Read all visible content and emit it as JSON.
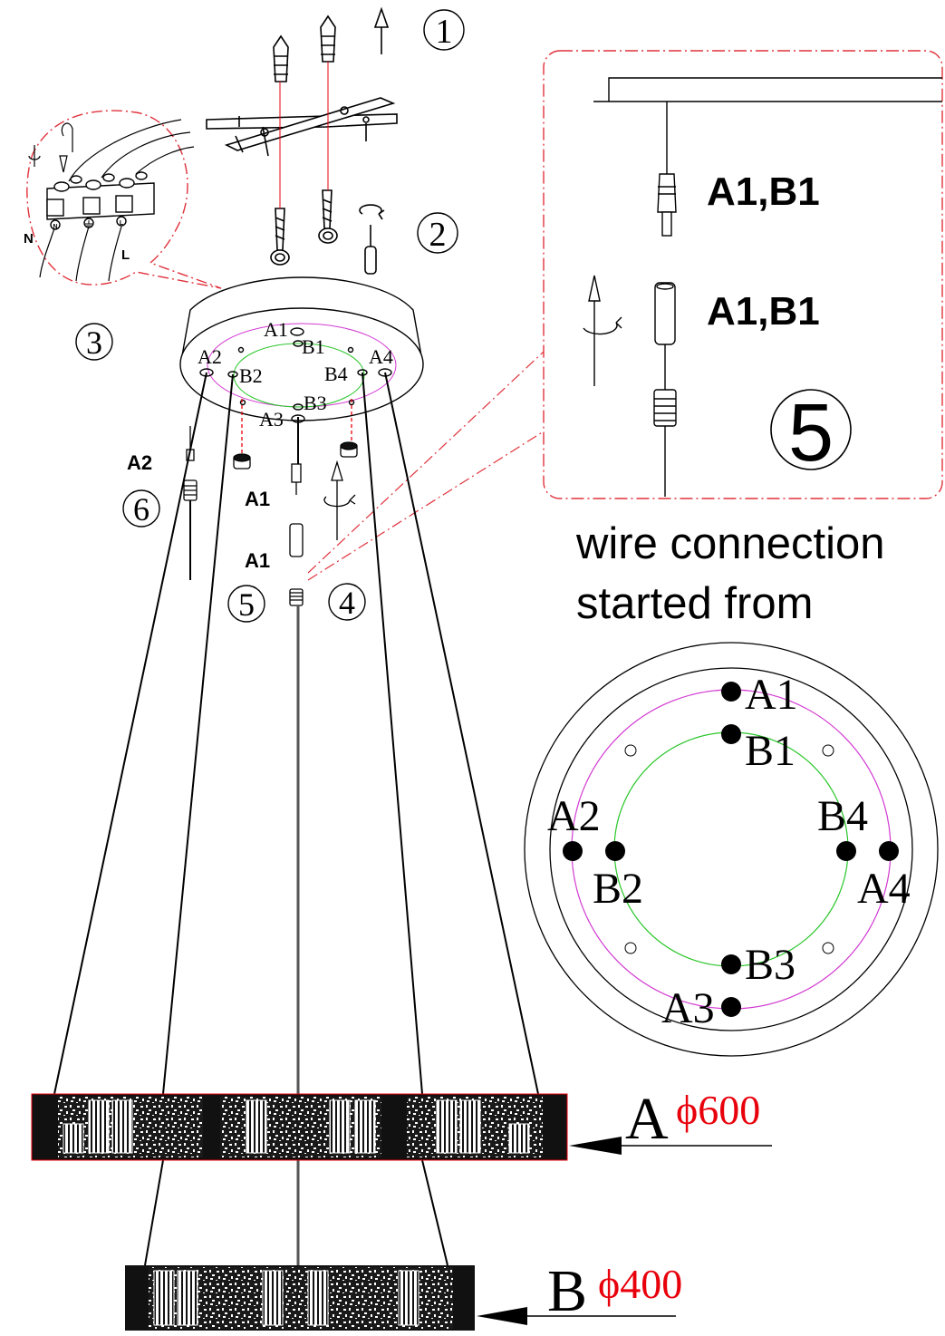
{
  "steps": {
    "s1": "1",
    "s2": "2",
    "s3": "3",
    "s4": "4",
    "s5": "5",
    "s6": "6",
    "big5": "5"
  },
  "wiring": {
    "n": "N",
    "l": "L",
    "n_mark": "N",
    "l_mark": "L"
  },
  "canopy_labels": {
    "a1": "A1",
    "b1": "B1",
    "a2": "A2",
    "b2": "B2",
    "a3": "A3",
    "b3": "B3",
    "a4": "A4",
    "b4": "B4"
  },
  "parts": {
    "a2_label": "A2",
    "a1_upper": "A1",
    "a1_lower": "A1"
  },
  "detail": {
    "label_top": "A1,B1",
    "label_bottom": "A1,B1"
  },
  "caption": {
    "line1": "wire connection",
    "line2": "started from"
  },
  "plan": {
    "a1": "A1",
    "b1": "B1",
    "a2": "A2",
    "b2": "B2",
    "a3": "A3",
    "b3": "B3",
    "a4": "A4",
    "b4": "B4"
  },
  "rings": {
    "a_letter": "A",
    "a_diameter": "ϕ600",
    "b_letter": "B",
    "b_diameter": "ϕ400"
  },
  "colors": {
    "line": "#000000",
    "accent_red": "#e8000b",
    "magenta": "#d23ad2",
    "green": "#29c629",
    "callout": "#e0323c"
  }
}
